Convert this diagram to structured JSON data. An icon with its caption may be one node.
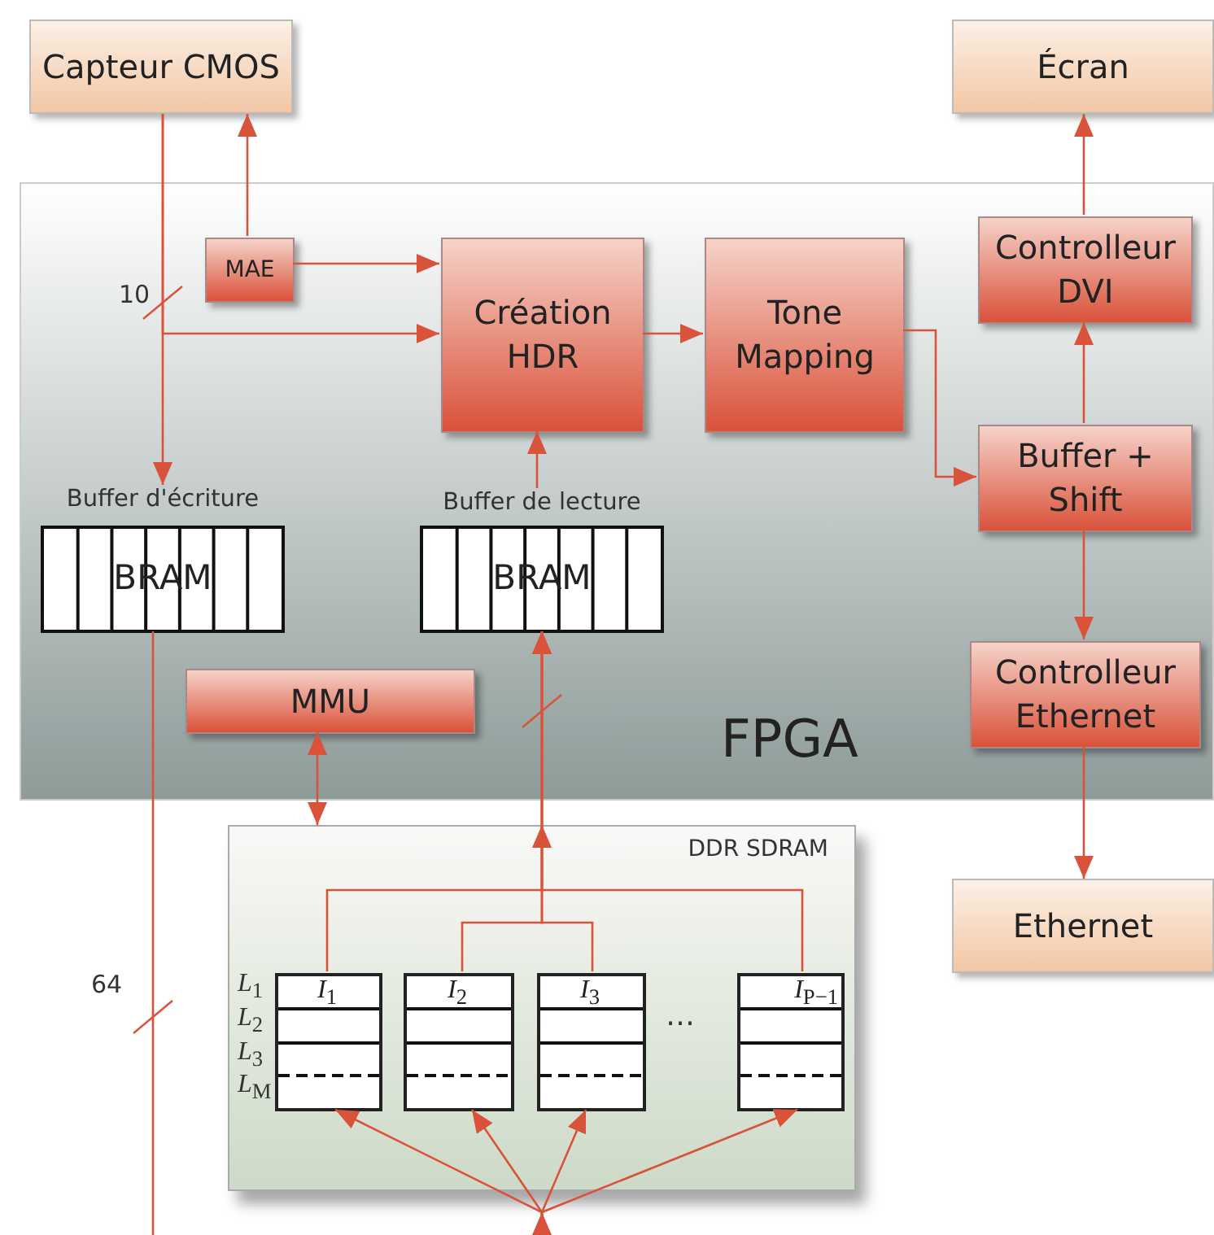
{
  "diagram": {
    "nodes": [
      {
        "text": [
          "Capteur CMOS"
        ]
      },
      {
        "text": [
          "Écran"
        ]
      },
      {
        "text": [
          "FPGA"
        ]
      },
      {
        "text": [
          "MAE"
        ],
        "in": 2
      },
      {
        "text": [
          "Création HDR"
        ],
        "in": 2
      },
      {
        "text": [
          "Tone Mapping"
        ],
        "in": 2
      },
      {
        "text": [
          "Controlleur DVI"
        ],
        "in": 2
      },
      {
        "text": [
          "Buffer + Shift"
        ],
        "in": 2
      },
      {
        "text": [
          "Buffer d'écriture",
          "BRAM"
        ],
        "in": 2
      },
      {
        "text": [
          "Buffer de lecture",
          "BRAM"
        ],
        "in": 2
      },
      {
        "text": [
          "MMU"
        ],
        "in": 2
      },
      {
        "text": [
          "Controlleur Ethernet"
        ],
        "in": 2
      },
      {
        "text": [
          "DDR SDRAM"
        ]
      },
      {
        "text": [
          "*I*$_{1}$"
        ],
        "in": 12
      },
      {
        "text": [
          "*I*$_{2}$"
        ],
        "in": 12
      },
      {
        "text": [
          "*I*$_{3}$"
        ],
        "in": 12
      },
      {
        "text": [
          "*I*$_{P−1}$"
        ],
        "in": 12
      },
      {
        "text": [
          "Ethernet"
        ]
      }
    ],
    "edges": [
      {
        "from": 0,
        "to": 8,
        "arrow": "to"
      },
      {
        "from": 0,
        "to": 4,
        "arrow": "to"
      },
      {
        "from": 3,
        "to": 0,
        "arrow": "to"
      },
      {
        "from": 3,
        "to": 4,
        "arrow": "to"
      },
      {
        "from": 4,
        "to": 5,
        "arrow": "to"
      },
      {
        "from": 5,
        "to": 7,
        "arrow": "to"
      },
      {
        "from": 7,
        "to": 6,
        "arrow": "to"
      },
      {
        "from": 6,
        "to": 1,
        "arrow": "to"
      },
      {
        "from": 7,
        "to": 11,
        "arrow": "to"
      },
      {
        "from": 11,
        "to": 17,
        "arrow": "to"
      },
      {
        "from": 9,
        "to": 4,
        "arrow": "to"
      },
      {
        "from": 10,
        "to": 12,
        "arrow": "both"
      },
      {
        "from": 13,
        "to": 9,
        "arrow": "to"
      },
      {
        "from": 14,
        "to": 9,
        "arrow": "to"
      },
      {
        "from": 15,
        "to": 9,
        "arrow": "to"
      },
      {
        "from": 16,
        "to": 9,
        "arrow": "to"
      },
      {
        "from": null,
        "to": 13,
        "arrow": "to"
      },
      {
        "from": null,
        "to": 14,
        "arrow": "to"
      },
      {
        "from": null,
        "to": 15,
        "arrow": "to"
      },
      {
        "from": null,
        "to": 16,
        "arrow": "to"
      },
      {
        "from": 8,
        "to": null,
        "arrow": "none"
      }
    ],
    "labels": [
      "10",
      "64",
      "*L*$_{1}$",
      "*L*$_{2}$",
      "*L*$_{3}$",
      "*L*$_{M}$",
      "…"
    ]
  }
}
